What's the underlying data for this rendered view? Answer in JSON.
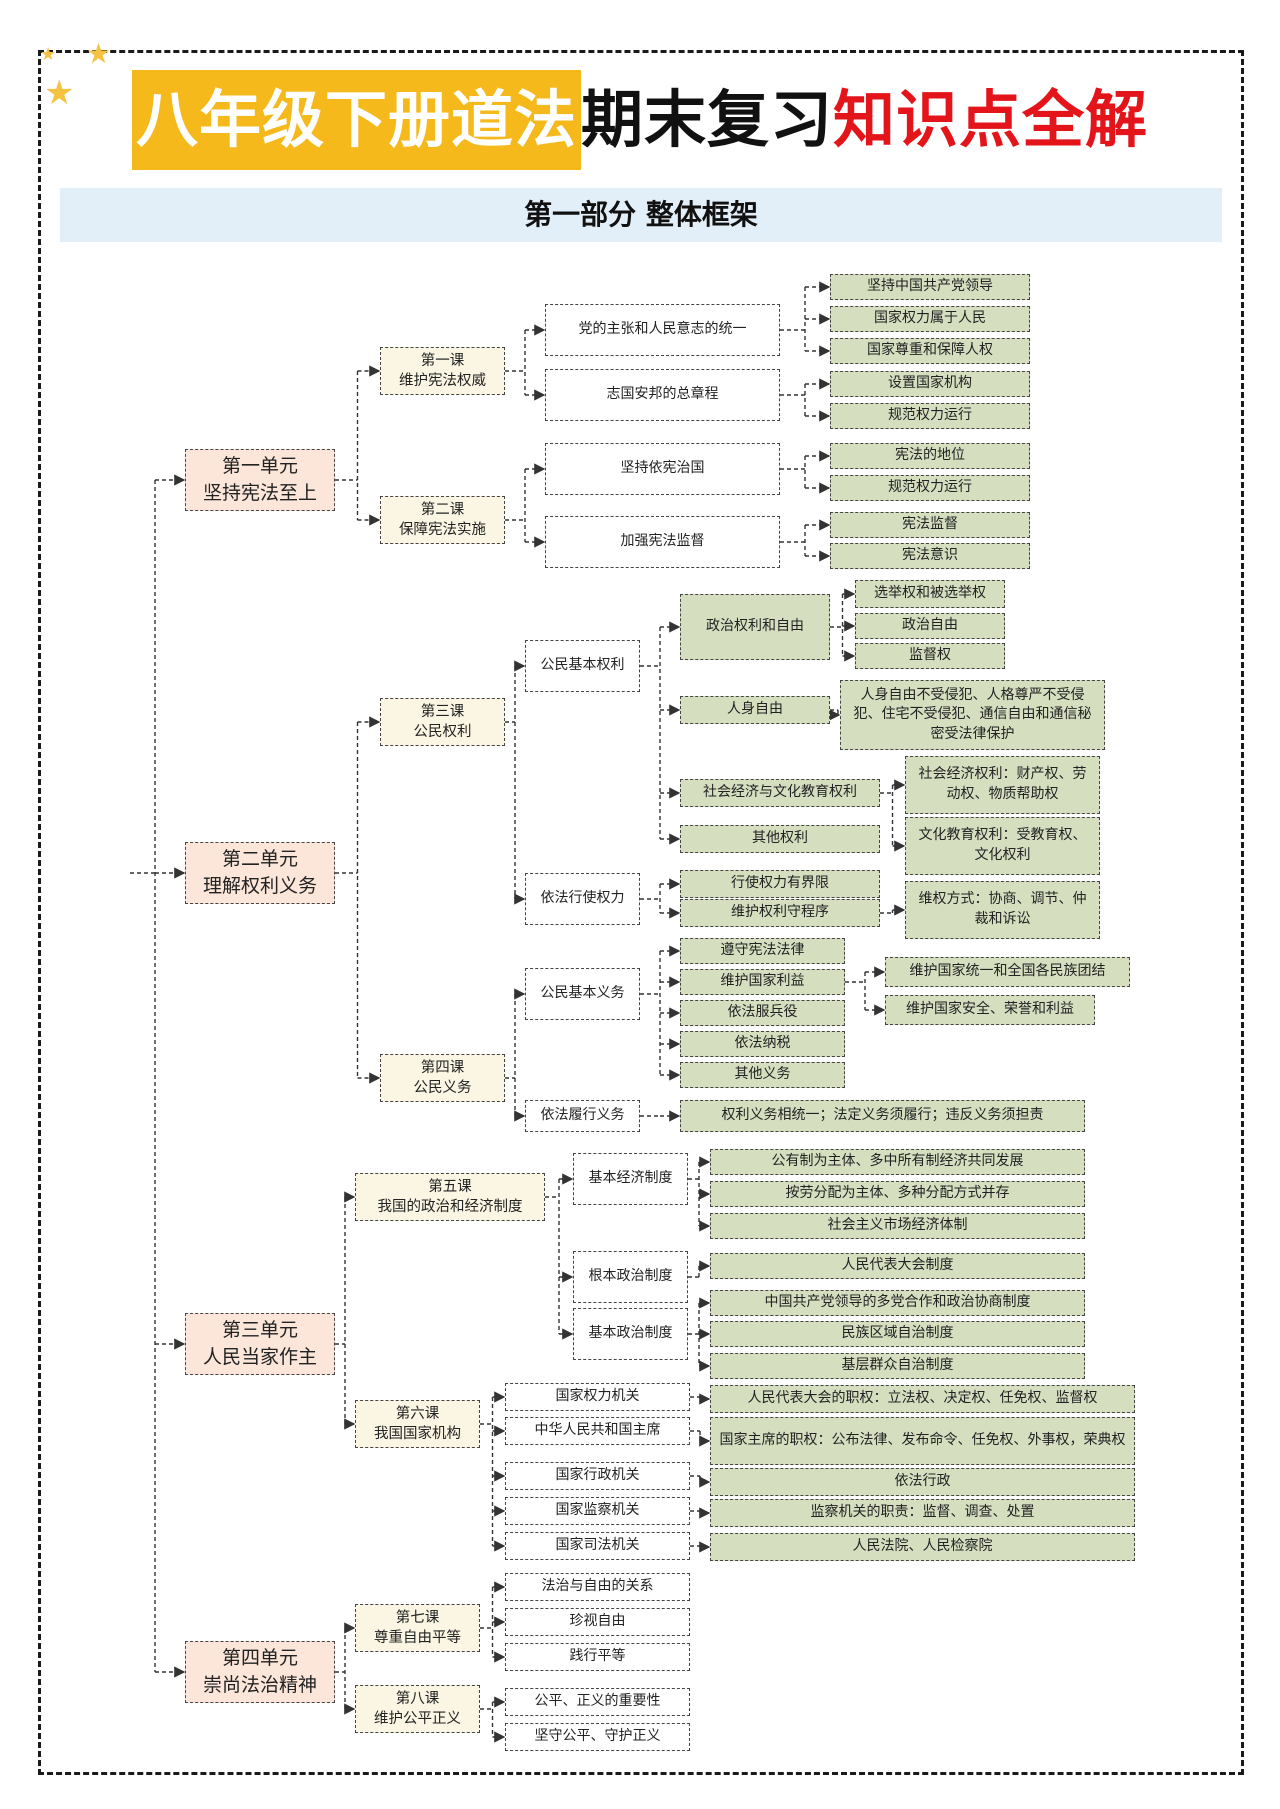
{
  "header": {
    "title_part1": "八年级下册道法",
    "title_part2": "期末复习",
    "title_part3": "知识点全解",
    "section_title": "第一部分  整体框架"
  },
  "colors": {
    "title_highlight": "#f6b91c",
    "title_red": "#e4141b",
    "unit_fill": "#fbe6d9",
    "lesson_fill": "#fbf5e3",
    "leaf_fill": "#d5dfc0",
    "section_fill": "#e3eff8"
  },
  "nodes": [
    {
      "id": "u1",
      "label": "第一单元\n坚持宪法至上",
      "type": "unit"
    },
    {
      "id": "u2",
      "label": "第二单元\n理解权利义务",
      "type": "unit"
    },
    {
      "id": "u3",
      "label": "第三单元\n人民当家作主",
      "type": "unit"
    },
    {
      "id": "u4",
      "label": "第四单元\n崇尚法治精神",
      "type": "unit"
    },
    {
      "id": "l1",
      "label": "第一课\n维护宪法权威",
      "type": "lesson"
    },
    {
      "id": "l2",
      "label": "第二课\n保障宪法实施",
      "type": "lesson"
    },
    {
      "id": "l3",
      "label": "第三课\n公民权利",
      "type": "lesson"
    },
    {
      "id": "l4",
      "label": "第四课\n公民义务",
      "type": "lesson"
    },
    {
      "id": "l5",
      "label": "第五课\n我国的政治和经济制度",
      "type": "lesson"
    },
    {
      "id": "l6",
      "label": "第六课\n我国国家机构",
      "type": "lesson"
    },
    {
      "id": "l7",
      "label": "第七课\n尊重自由平等",
      "type": "lesson"
    },
    {
      "id": "l8",
      "label": "第八课\n维护公平正义",
      "type": "lesson"
    },
    {
      "id": "t1",
      "label": "党的主张和人民意志的统一",
      "type": "topic"
    },
    {
      "id": "t2",
      "label": "志国安邦的总章程",
      "type": "topic"
    },
    {
      "id": "t3",
      "label": "坚持依宪治国",
      "type": "topic"
    },
    {
      "id": "t4",
      "label": "加强宪法监督",
      "type": "topic"
    },
    {
      "id": "t5",
      "label": "公民基本权利",
      "type": "topic"
    },
    {
      "id": "t6",
      "label": "依法行使权力",
      "type": "topic"
    },
    {
      "id": "t7",
      "label": "公民基本义务",
      "type": "topic"
    },
    {
      "id": "t8",
      "label": "依法履行义务",
      "type": "topic"
    },
    {
      "id": "t9",
      "label": "基本经济制度",
      "type": "topic"
    },
    {
      "id": "t10",
      "label": "根本政治制度",
      "type": "topic"
    },
    {
      "id": "t11",
      "label": "基本政治制度",
      "type": "topic"
    },
    {
      "id": "t12",
      "label": "国家权力机关",
      "type": "topic"
    },
    {
      "id": "t13",
      "label": "中华人民共和国主席",
      "type": "topic"
    },
    {
      "id": "t14",
      "label": "国家行政机关",
      "type": "topic"
    },
    {
      "id": "t15",
      "label": "国家监察机关",
      "type": "topic"
    },
    {
      "id": "t16",
      "label": "国家司法机关",
      "type": "topic"
    },
    {
      "id": "t17",
      "label": "法治与自由的关系",
      "type": "topic"
    },
    {
      "id": "t18",
      "label": "珍视自由",
      "type": "topic"
    },
    {
      "id": "t19",
      "label": "践行平等",
      "type": "topic"
    },
    {
      "id": "t20",
      "label": "公平、正义的重要性",
      "type": "topic"
    },
    {
      "id": "t21",
      "label": "坚守公平、守护正义",
      "type": "topic"
    },
    {
      "id": "s1",
      "label": "政治权利和自由",
      "type": "leaf"
    },
    {
      "id": "s2",
      "label": "人身自由",
      "type": "leaf"
    },
    {
      "id": "s3",
      "label": "社会经济与文化教育权利",
      "type": "leaf"
    },
    {
      "id": "s4",
      "label": "其他权利",
      "type": "leaf"
    },
    {
      "id": "s5",
      "label": "行使权力有界限",
      "type": "leaf"
    },
    {
      "id": "s6",
      "label": "维护权利守程序",
      "type": "leaf"
    },
    {
      "id": "s7",
      "label": "遵守宪法法律",
      "type": "leaf"
    },
    {
      "id": "s8",
      "label": "维护国家利益",
      "type": "leaf"
    },
    {
      "id": "s9",
      "label": "依法服兵役",
      "type": "leaf"
    },
    {
      "id": "s10",
      "label": "依法纳税",
      "type": "leaf"
    },
    {
      "id": "s11",
      "label": "其他义务",
      "type": "leaf"
    },
    {
      "id": "a1",
      "label": "坚持中国共产党领导",
      "type": "leaf"
    },
    {
      "id": "a2",
      "label": "国家权力属于人民",
      "type": "leaf"
    },
    {
      "id": "a3",
      "label": "国家尊重和保障人权",
      "type": "leaf"
    },
    {
      "id": "a4",
      "label": "设置国家机构",
      "type": "leaf"
    },
    {
      "id": "a5",
      "label": "规范权力运行",
      "type": "leaf"
    },
    {
      "id": "a6",
      "label": "宪法的地位",
      "type": "leaf"
    },
    {
      "id": "a7",
      "label": "规范权力运行",
      "type": "leaf"
    },
    {
      "id": "a8",
      "label": "宪法监督",
      "type": "leaf"
    },
    {
      "id": "a9",
      "label": "宪法意识",
      "type": "leaf"
    },
    {
      "id": "a10",
      "label": "选举权和被选举权",
      "type": "leaf"
    },
    {
      "id": "a11",
      "label": "政治自由",
      "type": "leaf"
    },
    {
      "id": "a12",
      "label": "监督权",
      "type": "leaf"
    },
    {
      "id": "a13",
      "label": "人身自由不受侵犯、人格尊严不受侵犯、住宅不受侵犯、通信自由和通信秘密受法律保护",
      "type": "leaf"
    },
    {
      "id": "a14",
      "label": "社会经济权利：财产权、劳动权、物质帮助权",
      "type": "leaf"
    },
    {
      "id": "a15",
      "label": "文化教育权利：受教育权、文化权利",
      "type": "leaf"
    },
    {
      "id": "a16",
      "label": "维权方式：协商、调节、仲裁和诉讼",
      "type": "leaf"
    },
    {
      "id": "a17",
      "label": "维护国家统一和全国各民族团结",
      "type": "leaf"
    },
    {
      "id": "a18",
      "label": "维护国家安全、荣誉和利益",
      "type": "leaf"
    },
    {
      "id": "a19",
      "label": "权利义务相统一；法定义务须履行；违反义务须担责",
      "type": "leaf"
    },
    {
      "id": "a20",
      "label": "公有制为主体、多中所有制经济共同发展",
      "type": "leaf"
    },
    {
      "id": "a21",
      "label": "按劳分配为主体、多种分配方式并存",
      "type": "leaf"
    },
    {
      "id": "a22",
      "label": "社会主义市场经济体制",
      "type": "leaf"
    },
    {
      "id": "a23",
      "label": "人民代表大会制度",
      "type": "leaf"
    },
    {
      "id": "a24",
      "label": "中国共产党领导的多党合作和政治协商制度",
      "type": "leaf"
    },
    {
      "id": "a25",
      "label": "民族区域自治制度",
      "type": "leaf"
    },
    {
      "id": "a26",
      "label": "基层群众自治制度",
      "type": "leaf"
    },
    {
      "id": "a27",
      "label": "人民代表大会的职权：立法权、决定权、任免权、监督权",
      "type": "leaf"
    },
    {
      "id": "a28",
      "label": "国家主席的职权：公布法律、发布命令、任免权、外事权，荣典权",
      "type": "leaf"
    },
    {
      "id": "a29",
      "label": "依法行政",
      "type": "leaf"
    },
    {
      "id": "a30",
      "label": "监察机关的职责：监督、调查、处置",
      "type": "leaf"
    },
    {
      "id": "a31",
      "label": "人民法院、人民检察院",
      "type": "leaf"
    }
  ],
  "edges": [
    [
      "u1",
      "l1"
    ],
    [
      "u1",
      "l2"
    ],
    [
      "l1",
      "t1"
    ],
    [
      "l1",
      "t2"
    ],
    [
      "l2",
      "t3"
    ],
    [
      "l2",
      "t4"
    ],
    [
      "t1",
      "a1"
    ],
    [
      "t1",
      "a2"
    ],
    [
      "t1",
      "a3"
    ],
    [
      "t2",
      "a4"
    ],
    [
      "t2",
      "a5"
    ],
    [
      "t3",
      "a6"
    ],
    [
      "t3",
      "a7"
    ],
    [
      "t4",
      "a8"
    ],
    [
      "t4",
      "a9"
    ],
    [
      "u2",
      "l3"
    ],
    [
      "u2",
      "l4"
    ],
    [
      "l3",
      "t5"
    ],
    [
      "l3",
      "t6"
    ],
    [
      "t5",
      "s1"
    ],
    [
      "t5",
      "s2"
    ],
    [
      "t5",
      "s3"
    ],
    [
      "t5",
      "s4"
    ],
    [
      "s1",
      "a10"
    ],
    [
      "s1",
      "a11"
    ],
    [
      "s1",
      "a12"
    ],
    [
      "s2",
      "a13"
    ],
    [
      "s3",
      "a14"
    ],
    [
      "s3",
      "a15"
    ],
    [
      "t6",
      "s5"
    ],
    [
      "t6",
      "s6"
    ],
    [
      "s6",
      "a16"
    ],
    [
      "l4",
      "t7"
    ],
    [
      "l4",
      "t8"
    ],
    [
      "t7",
      "s7"
    ],
    [
      "t7",
      "s8"
    ],
    [
      "t7",
      "s9"
    ],
    [
      "t7",
      "s10"
    ],
    [
      "t7",
      "s11"
    ],
    [
      "s8",
      "a17"
    ],
    [
      "s8",
      "a18"
    ],
    [
      "t8",
      "a19"
    ],
    [
      "u3",
      "l5"
    ],
    [
      "u3",
      "l6"
    ],
    [
      "l5",
      "t9"
    ],
    [
      "l5",
      "t10"
    ],
    [
      "l5",
      "t11"
    ],
    [
      "t9",
      "a20"
    ],
    [
      "t9",
      "a21"
    ],
    [
      "t9",
      "a22"
    ],
    [
      "t10",
      "a23"
    ],
    [
      "t11",
      "a24"
    ],
    [
      "t11",
      "a25"
    ],
    [
      "t11",
      "a26"
    ],
    [
      "l6",
      "t12"
    ],
    [
      "l6",
      "t13"
    ],
    [
      "l6",
      "t14"
    ],
    [
      "l6",
      "t15"
    ],
    [
      "l6",
      "t16"
    ],
    [
      "t12",
      "a27"
    ],
    [
      "t13",
      "a28"
    ],
    [
      "t14",
      "a29"
    ],
    [
      "t15",
      "a30"
    ],
    [
      "t16",
      "a31"
    ],
    [
      "u4",
      "l7"
    ],
    [
      "u4",
      "l8"
    ],
    [
      "l7",
      "t17"
    ],
    [
      "l7",
      "t18"
    ],
    [
      "l7",
      "t19"
    ],
    [
      "l8",
      "t20"
    ],
    [
      "l8",
      "t21"
    ]
  ]
}
